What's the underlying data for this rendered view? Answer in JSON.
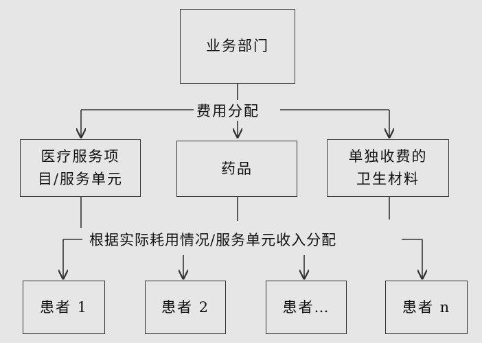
{
  "top": {
    "label": "业务部门"
  },
  "allocation_label": "费用分配",
  "middle": [
    {
      "line1": "医疗服务项",
      "line2": "目/服务单元"
    },
    {
      "line1": "药品",
      "line2": ""
    },
    {
      "line1": "单独收费的",
      "line2": "卫生材料"
    }
  ],
  "distribution_label": "根据实际耗用情况/服务单元收入分配",
  "patients": [
    {
      "label": "患者 1"
    },
    {
      "label": "患者 2"
    },
    {
      "label": "患者…"
    },
    {
      "label": "患者 n"
    }
  ],
  "colors": {
    "background": "#e6e6e6",
    "line": "#333333",
    "text": "#111111"
  }
}
